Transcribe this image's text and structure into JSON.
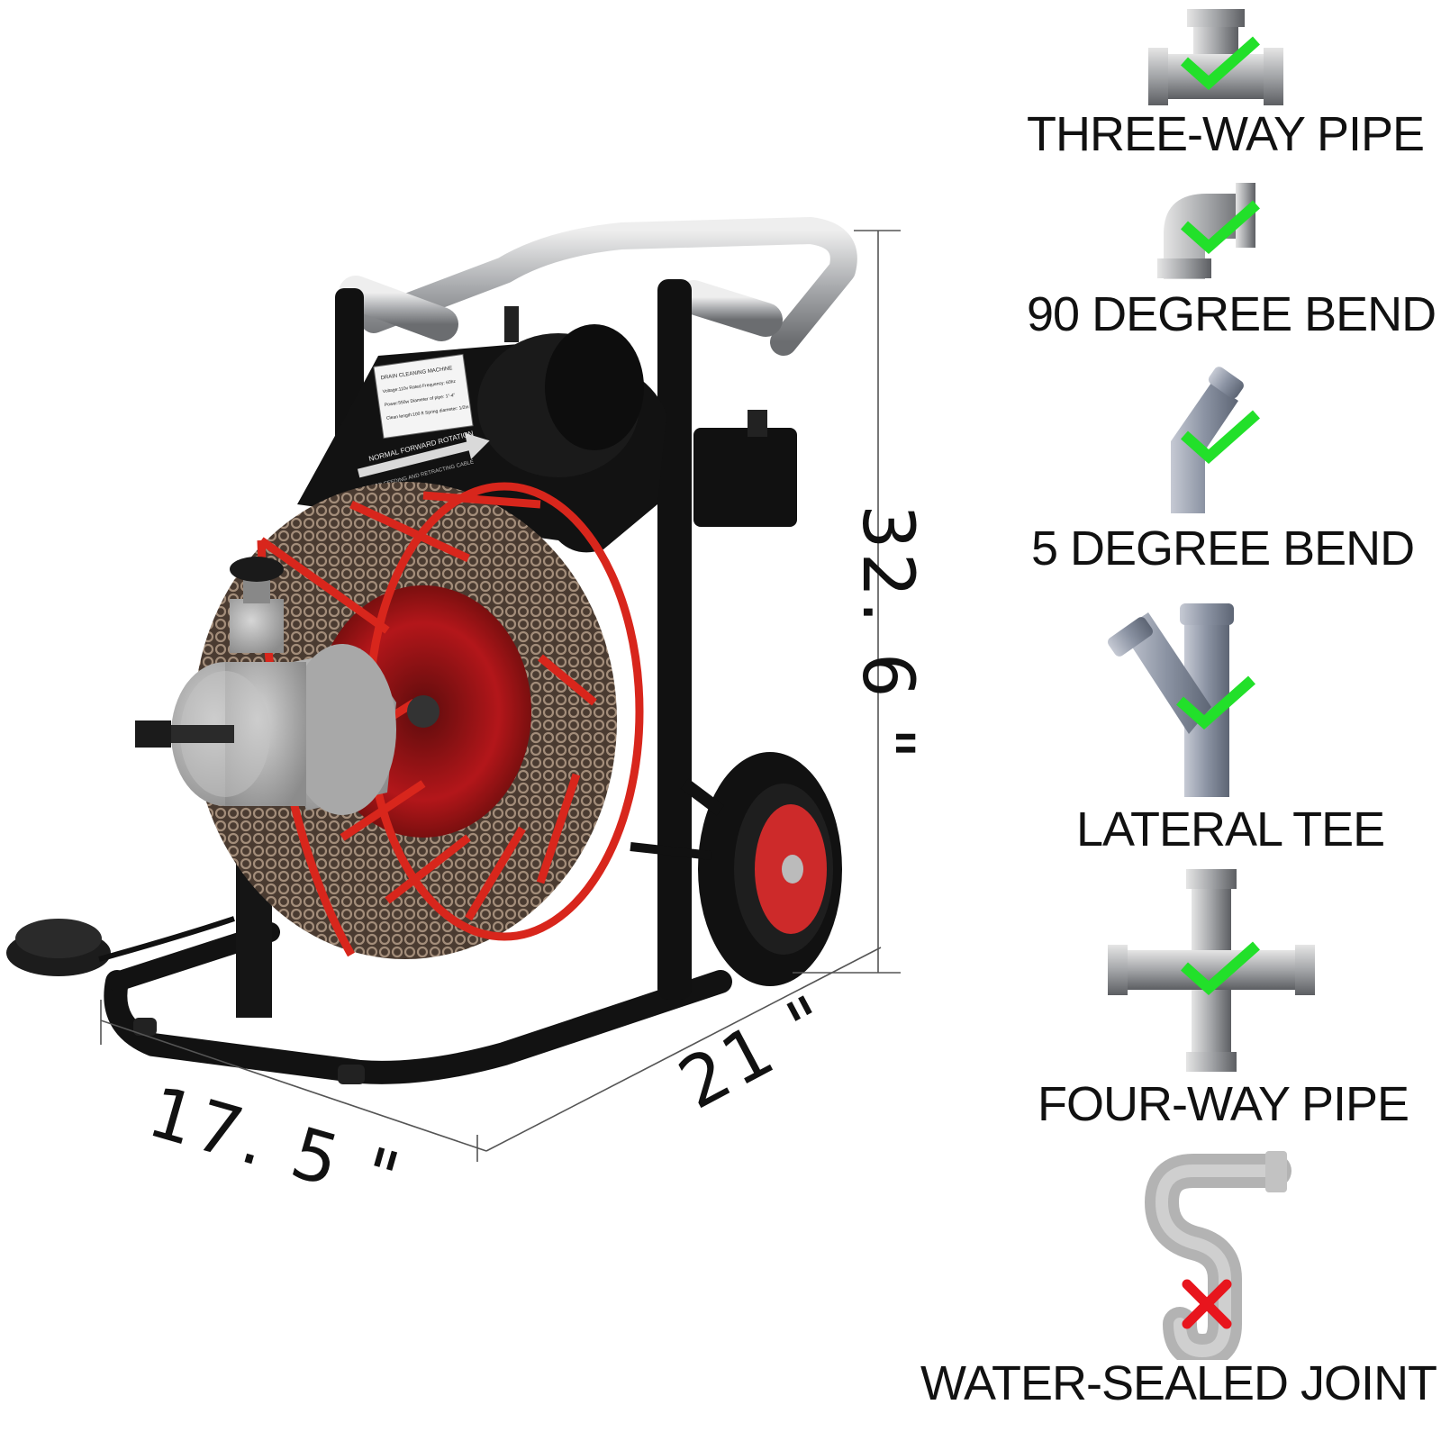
{
  "product": {
    "name": "drain-cleaning-machine",
    "nameplate_lines": [
      "DRAIN CLEANING MACHINE",
      "Voltage:110v    Rated Frequency: 60hz",
      "Power:550w    Diameter of pipe: 1\"-4\"",
      "Clean length:100 ft Spring diameter: 1/2in"
    ],
    "rotation_label": "NORMAL FORWARD ROTATION",
    "rotation_sublabel": "FOR FEEDING AND RETRACTING CABLE",
    "colors": {
      "reel": "#d8261c",
      "frame": "#111111",
      "handle": "#b9bbbe",
      "cable": "#5a4a3e"
    }
  },
  "dimensions": {
    "height": "32. 6 \"",
    "depth": "21 \"",
    "width": "17. 5 \""
  },
  "compatibility": [
    {
      "label": "THREE-WAY PIPE",
      "icon": "three-way-pipe-icon",
      "supported": true
    },
    {
      "label": "90 DEGREE BEND",
      "icon": "elbow-pipe-icon",
      "supported": true
    },
    {
      "label": "5 DEGREE BEND",
      "icon": "bend-pipe-icon",
      "supported": true
    },
    {
      "label": "LATERAL TEE",
      "icon": "lateral-tee-icon",
      "supported": true
    },
    {
      "label": "FOUR-WAY PIPE",
      "icon": "four-way-pipe-icon",
      "supported": true
    },
    {
      "label": "WATER-SEALED JOINT",
      "icon": "water-sealed-joint-icon",
      "supported": false
    }
  ],
  "mark_colors": {
    "check": "#22e02a",
    "cross": "#e8151d"
  }
}
